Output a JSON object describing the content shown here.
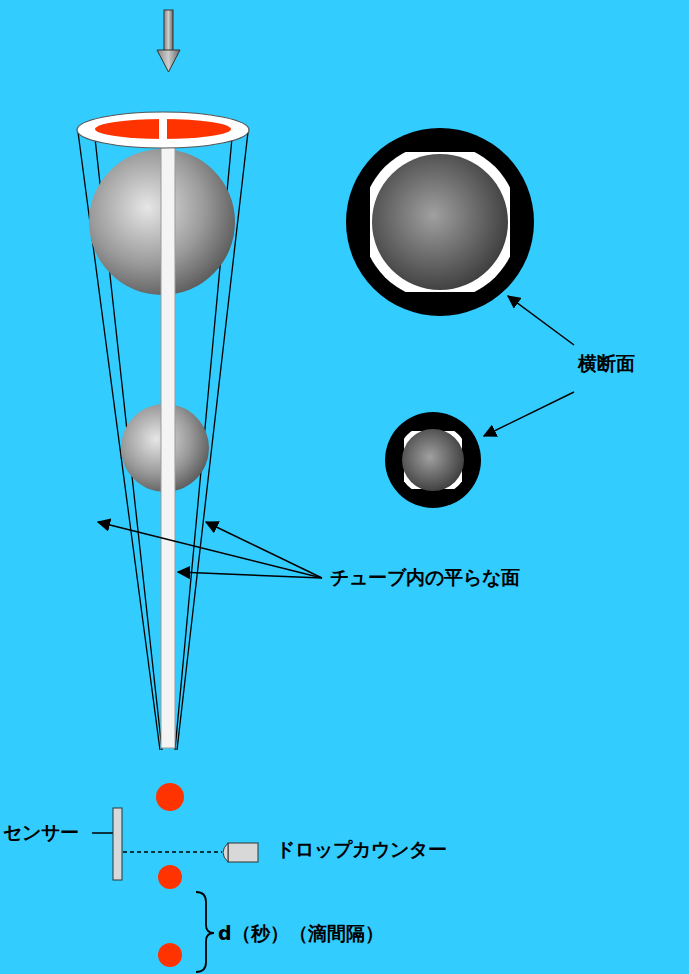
{
  "diagram": {
    "labels": [
      "横断面",
      "チューブ内の平らな面",
      "センサー",
      "ドロップカウンター",
      "d（秒）（滴間隔）"
    ]
  }
}
